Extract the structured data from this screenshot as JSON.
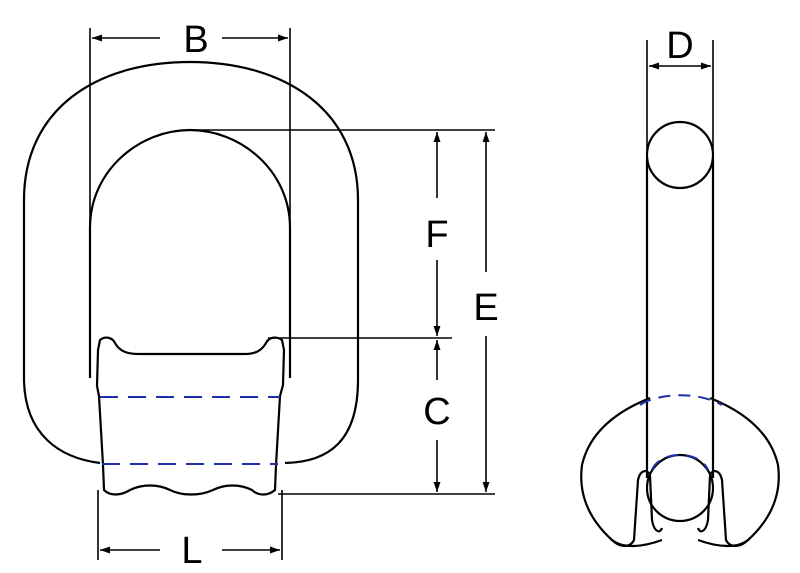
{
  "colors": {
    "background": "#ffffff",
    "outline": "#000000",
    "hidden_line": "#1c2fa8"
  },
  "labels": {
    "b": "B",
    "d": "D",
    "f": "F",
    "e": "E",
    "c": "C",
    "l": "L"
  }
}
